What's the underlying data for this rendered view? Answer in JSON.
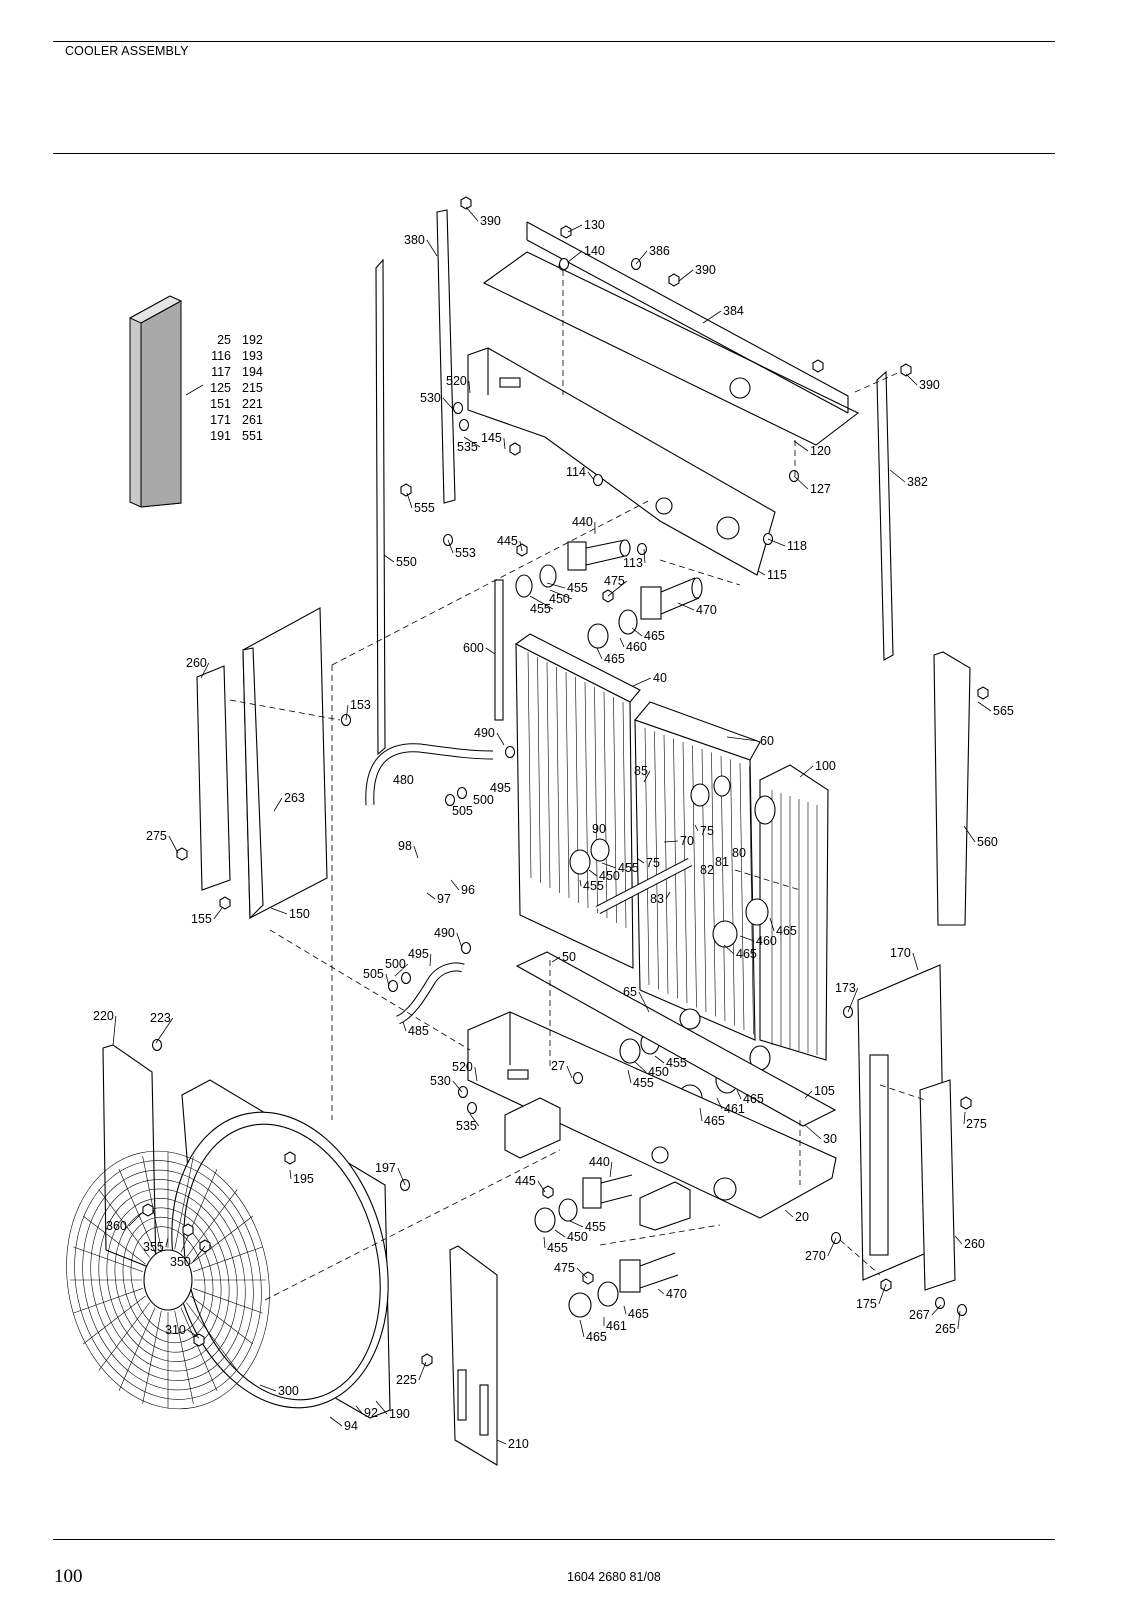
{
  "header": {
    "title": "COOLER ASSEMBLY"
  },
  "footer": {
    "page_number": "100",
    "doc_number": "1604 2680 81/08"
  },
  "filter_kit_parts": [
    [
      "25",
      "192"
    ],
    [
      "116",
      "193"
    ],
    [
      "117",
      "194"
    ],
    [
      "125",
      "215"
    ],
    [
      "151",
      "221"
    ],
    [
      "171",
      "261"
    ],
    [
      "191",
      "551"
    ]
  ],
  "callouts": {
    "c390a": "390",
    "c130": "130",
    "c140": "140",
    "c386": "386",
    "c390b": "390",
    "c380": "380",
    "c384": "384",
    "c390c": "390",
    "c520a": "520",
    "c530a": "530",
    "c535a": "535",
    "c145": "145",
    "c120": "120",
    "c127": "127",
    "c114": "114",
    "c382": "382",
    "c555": "555",
    "c553": "553",
    "c440a": "440",
    "c445a": "445",
    "c113": "113",
    "c118": "118",
    "c455a": "455",
    "c455b": "455",
    "c450a": "450",
    "c475a": "475",
    "c115": "115",
    "c470a": "470",
    "c550": "550",
    "c465a": "465",
    "c460a": "460",
    "c465b": "465",
    "c600": "600",
    "c260a": "260",
    "c40": "40",
    "c565": "565",
    "c153": "153",
    "c490a": "490",
    "c60": "60",
    "c85": "85",
    "c100": "100",
    "c480": "480",
    "c495a": "495",
    "c263": "263",
    "c500a": "500",
    "c505a": "505",
    "c90": "90",
    "c75a": "75",
    "c70": "70",
    "c560": "560",
    "c275a": "275",
    "c98": "98",
    "c455c": "455",
    "c81": "81",
    "c80": "80",
    "c75b": "75",
    "c450b": "450",
    "c82": "82",
    "c455d": "455",
    "c96": "96",
    "c97": "97",
    "c83": "83",
    "c155": "155",
    "c150": "150",
    "c465c": "465",
    "c460b": "460",
    "c465d": "465",
    "c490b": "490",
    "c170": "170",
    "c495b": "495",
    "c50": "50",
    "c500b": "500",
    "c505b": "505",
    "c173": "173",
    "c65": "65",
    "c220": "220",
    "c223": "223",
    "c485": "485",
    "c455e": "455",
    "c450c": "450",
    "c27": "27",
    "c520b": "520",
    "c455f": "455",
    "c530b": "530",
    "c465e": "465",
    "c105": "105",
    "c461a": "461",
    "c465f": "465",
    "c275b": "275",
    "c535b": "535",
    "c30": "30",
    "c197": "197",
    "c440b": "440",
    "c195": "195",
    "c445b": "445",
    "c455g": "455",
    "c20": "20",
    "c360": "360",
    "c450d": "450",
    "c355": "355",
    "c455h": "455",
    "c260b": "260",
    "c350": "350",
    "c270": "270",
    "c475b": "475",
    "c470b": "470",
    "c175": "175",
    "c465g": "465",
    "c267": "267",
    "c461b": "461",
    "c265": "265",
    "c310": "310",
    "c465h": "465",
    "c225": "225",
    "c300": "300",
    "c92": "92",
    "c190": "190",
    "c94": "94",
    "c210": "210"
  }
}
